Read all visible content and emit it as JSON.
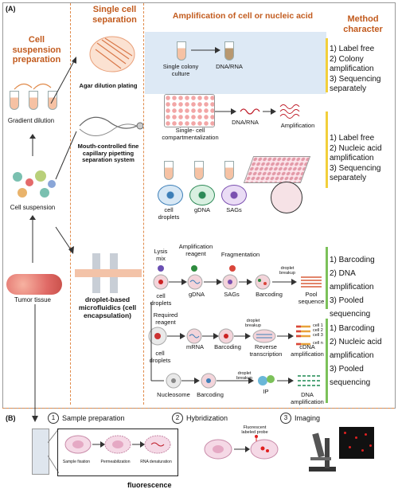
{
  "panel_a": "(A)",
  "panel_b": "(B)",
  "headers": {
    "cell_suspension_prep": "Cell suspension preparation",
    "single_cell_sep": "Single cell separation",
    "amplification": "Amplification of cell or nucleic acid",
    "method_character": "Method character"
  },
  "left": {
    "gradient_dilution": "Gradient dilution",
    "cell_suspension": "Cell suspension",
    "tumor_tissue": "Tumor tissue"
  },
  "separation": {
    "agar": "Agar dilution plating",
    "mouth": "Mouth-controlled fine capillary pipetting separation system",
    "droplet": "droplet-based microfluidics (cell encapsulation)"
  },
  "row1": {
    "single_colony": "Single colony culture",
    "dna_rna": "DNA/RNA"
  },
  "row2": {
    "compartment": "Single- cell compartmentalization",
    "dna_rna": "DNA/RNA",
    "amplification": "Amplification"
  },
  "row3": {
    "cell_droplets": "cell droplets",
    "gdna": "gDNA",
    "sags": "SAGs"
  },
  "row4": {
    "lysis_mix": "Lysis mix",
    "amp_reagent": "Amplification reagent",
    "fragmentation": "Fragmentation",
    "cell_droplets": "cell droplets",
    "gdna": "gDNA",
    "sags": "SAGs",
    "barcoding": "Barcoding",
    "droplet_breakup": "droplet breakup",
    "pool_sequence": "Pool sequence"
  },
  "row5": {
    "required_reagent": "Required reagent",
    "cell_droplets": "cell droplets",
    "mrna": "mRNA",
    "barcoding": "Barcoding",
    "droplet_breakup": "droplet breakup",
    "reverse_transcription": "Reverse transcription",
    "cell_labels": [
      "cell 1",
      "cell 2",
      "cell 3",
      "cell n"
    ],
    "cdna_amp": "cDNA amplification"
  },
  "row6": {
    "nucleosome": "Nucleosome",
    "barcoding": "Barcoding",
    "droplet_breakup": "droplet breakup",
    "ip": "IP",
    "dna_amp": "DNA amplification"
  },
  "methods": {
    "m1": [
      "1) Label free",
      "2) Colony amplification",
      "3) Sequencing separately"
    ],
    "m2": [
      "1) Label free",
      "2) Nucleic acid amplification",
      "3) Sequencing separately"
    ],
    "m3": [
      "1) Barcoding",
      "2) DNA amplification",
      "3) Pooled sequencing"
    ],
    "m4": [
      "1) Barcoding",
      "2) Nucleic acid amplification",
      "3) Pooled sequencing"
    ]
  },
  "fish": {
    "step1_num": "1",
    "step1": "Sample preparation",
    "step2_num": "2",
    "step2": "Hybridization",
    "step3_num": "3",
    "step3": "Imaging",
    "sample_fixation": "Sample fixation",
    "permeabilization": "Permeabilization",
    "rna_denaturation": "RNA denaturation",
    "probe": "Fluorescent labeled probe",
    "caption": "fluorescence"
  },
  "colors": {
    "header": "#c25b1e",
    "dashed": "#e08a4a",
    "bluebg": "#dde9f5",
    "yellow_bar": "#f2cf3b",
    "green_bar": "#7cc15a"
  }
}
